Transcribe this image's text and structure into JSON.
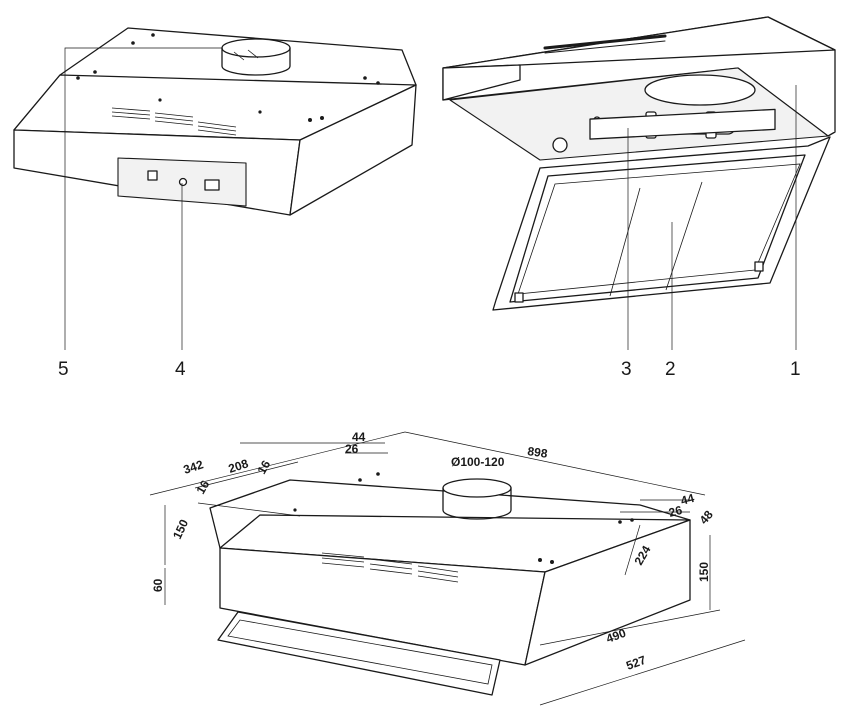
{
  "callouts": {
    "c1": "1",
    "c2": "2",
    "c3": "3",
    "c4": "4",
    "c5": "5"
  },
  "dimensions": {
    "width_898": "898",
    "outlet_diameter": "Ø100-120",
    "d342": "342",
    "d208": "208",
    "d16a": "16",
    "d16b": "16",
    "d44_left": "44",
    "d26_left": "26",
    "d44_right": "44",
    "d26_right": "26",
    "d48": "48",
    "d224": "224",
    "d150_left": "150",
    "d60": "60",
    "d150_right": "150",
    "d490": "490",
    "d527": "527"
  }
}
